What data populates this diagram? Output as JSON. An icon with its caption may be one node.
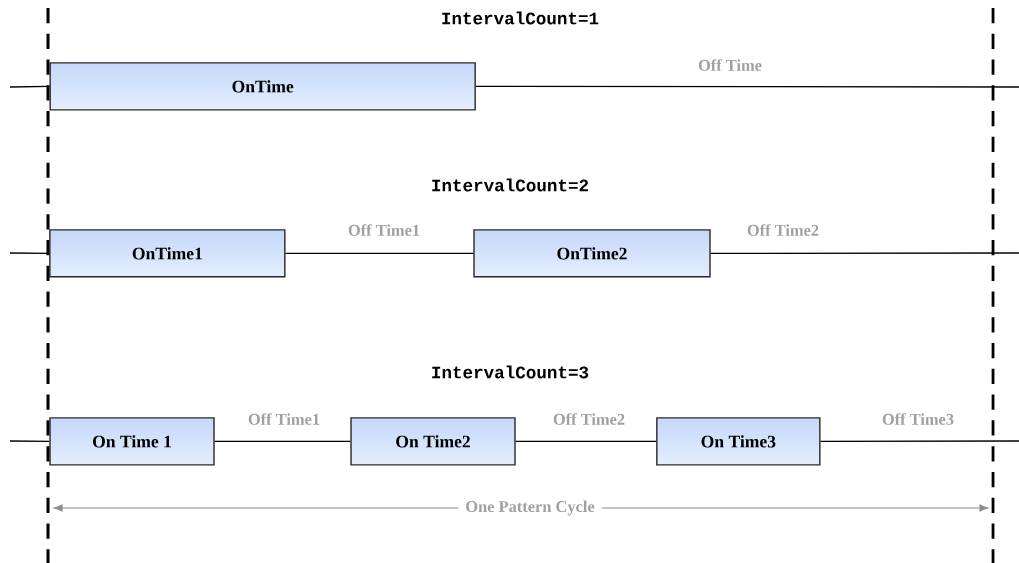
{
  "diagram": {
    "nodes": [
      {
        "text": [
          "OnTime"
        ]
      },
      {
        "text": [
          "OnTime1"
        ]
      },
      {
        "text": [
          "OnTime2"
        ]
      },
      {
        "text": [
          "On Time 1"
        ]
      },
      {
        "text": [
          "On Time2"
        ]
      },
      {
        "text": [
          "On Time3"
        ]
      }
    ],
    "edges": [
      {
        "from": null,
        "to": 0,
        "arrow": "none"
      },
      {
        "from": 0,
        "to": null,
        "arrow": "none",
        "label": "Off Time"
      },
      {
        "from": null,
        "to": 1,
        "arrow": "none"
      },
      {
        "from": 1,
        "to": 2,
        "arrow": "none",
        "label": "Off Time1"
      },
      {
        "from": 2,
        "to": null,
        "arrow": "none",
        "label": "Off Time2"
      },
      {
        "from": null,
        "to": 3,
        "arrow": "none"
      },
      {
        "from": 3,
        "to": 4,
        "arrow": "none",
        "label": "Off Time1"
      },
      {
        "from": 4,
        "to": 5,
        "arrow": "none",
        "label": "Off Time2"
      },
      {
        "from": 5,
        "to": null,
        "arrow": "none",
        "label": "Off Time3"
      }
    ],
    "labels": [
      "IntervalCount=1",
      "IntervalCount=2",
      "IntervalCount=3",
      "One Pattern Cycle"
    ]
  }
}
